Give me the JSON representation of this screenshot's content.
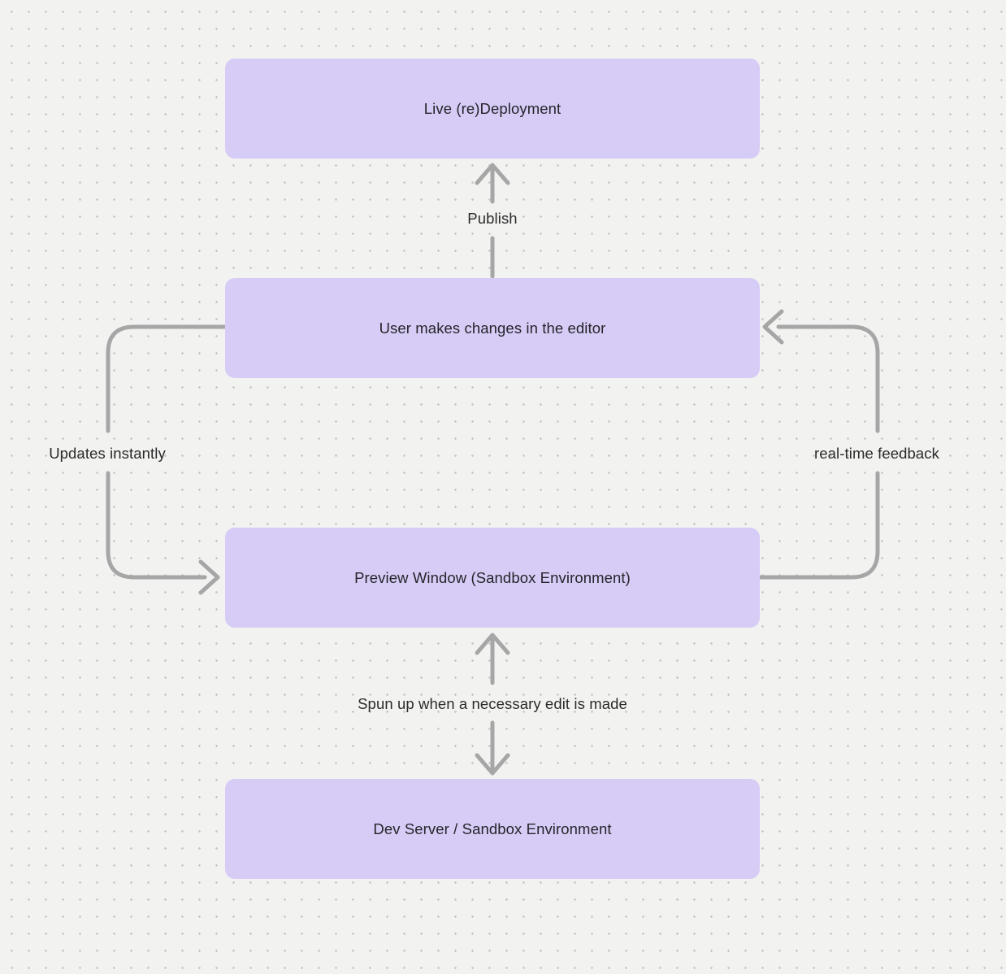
{
  "diagram": {
    "nodes": [
      {
        "id": "live-redeployment",
        "label": "Live (re)Deployment"
      },
      {
        "id": "user-editor",
        "label": "User makes changes in the editor"
      },
      {
        "id": "preview-window",
        "label": "Preview Window (Sandbox Environment)"
      },
      {
        "id": "dev-server",
        "label": "Dev Server / Sandbox Environment"
      }
    ],
    "edges": [
      {
        "id": "publish",
        "label": "Publish",
        "from": "user-editor",
        "to": "live-redeployment",
        "direction": "up"
      },
      {
        "id": "updates-instantly",
        "label": "Updates instantly",
        "from": "user-editor",
        "to": "preview-window",
        "direction": "left-loop-down"
      },
      {
        "id": "real-time-feedback",
        "label": "real-time feedback",
        "from": "preview-window",
        "to": "user-editor",
        "direction": "right-loop-up"
      },
      {
        "id": "spun-up",
        "label": "Spun up when a necessary edit is made",
        "from": "preview-window",
        "to": "dev-server",
        "direction": "bidirectional"
      }
    ],
    "colors": {
      "background": "#f2f2f1",
      "grid_dot": "#c8c8c8",
      "node_fill": "#d7ccf6",
      "node_text": "#26242a",
      "arrow": "#a6a6a6",
      "edge_label_text": "#2b2b2b"
    }
  }
}
